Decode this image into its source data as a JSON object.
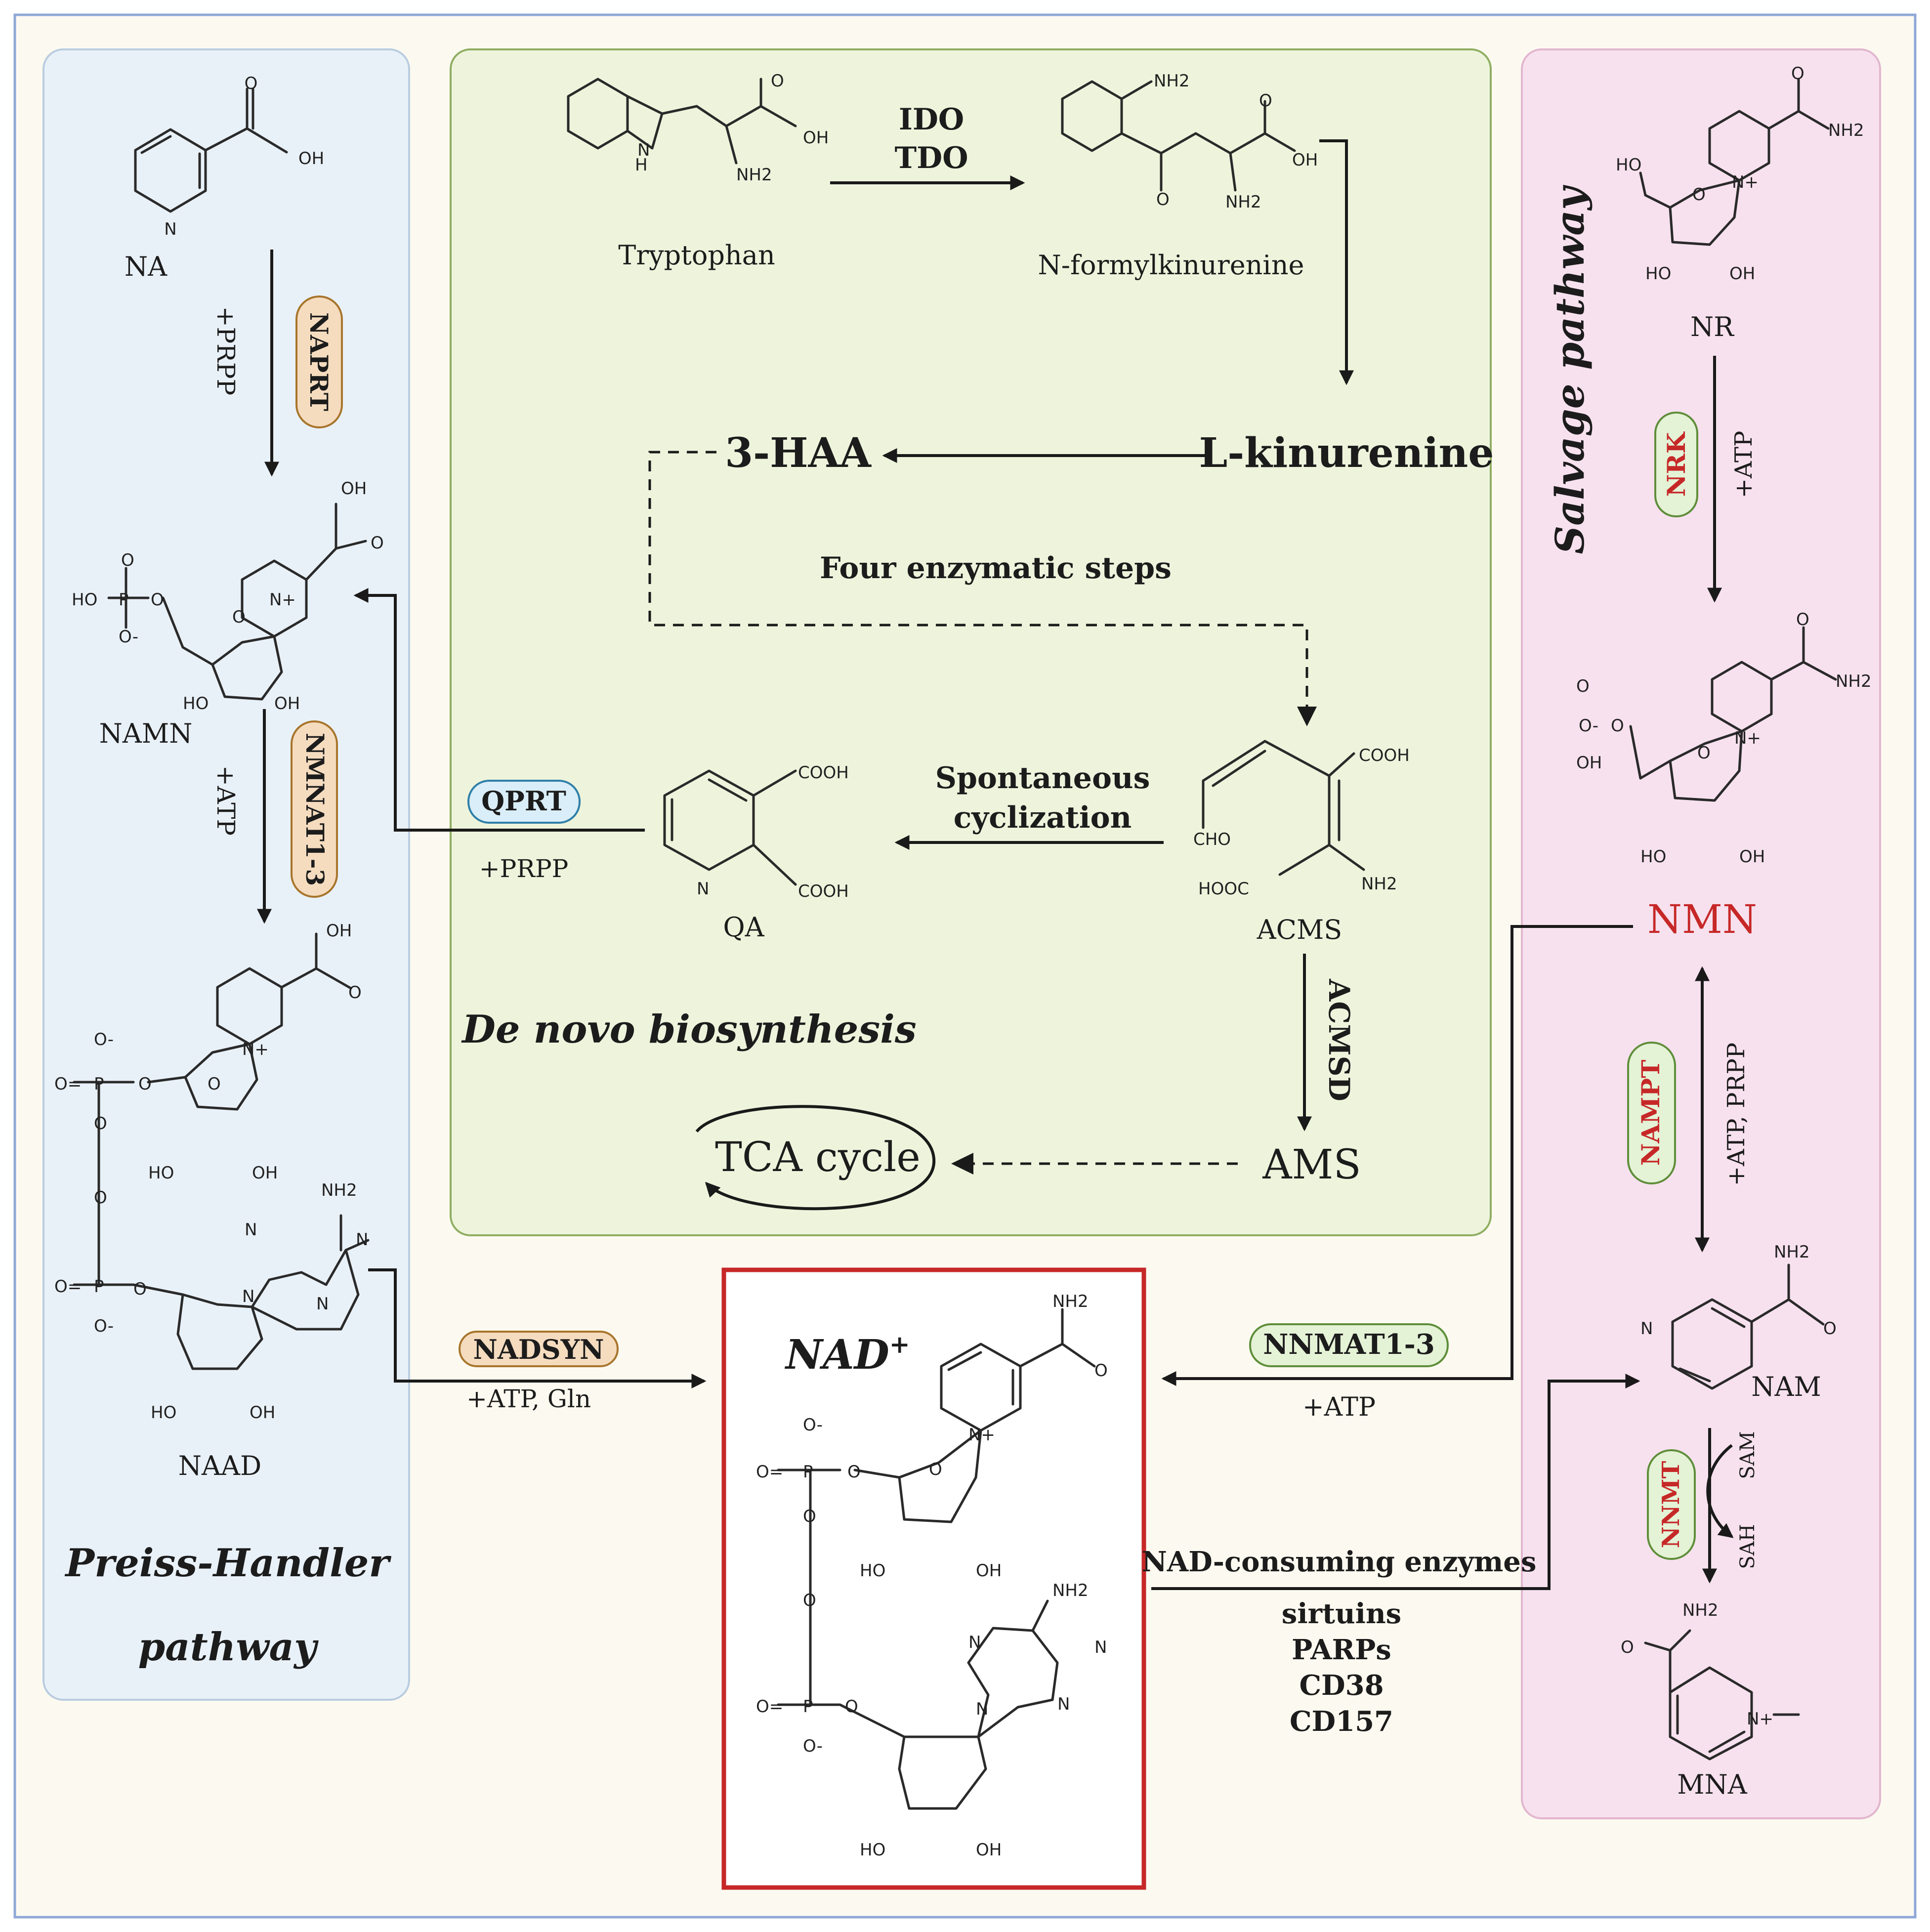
{
  "panels": {
    "preiss": {
      "title_line1": "Preiss-Handler",
      "title_line2": "pathway"
    },
    "denovo": {
      "title": "De novo biosynthesis"
    },
    "salvage": {
      "title": "Salvage pathway"
    }
  },
  "molecules": {
    "na": "NA",
    "namn": "NAMN",
    "naad": "NAAD",
    "tryptophan": "Tryptophan",
    "nfk": "N-formylkinurenine",
    "lkyn": "L-kinurenine",
    "haa": "3-HAA",
    "acms": "ACMS",
    "qa": "QA",
    "ams": "AMS",
    "tca": "TCA cycle",
    "nad": "NAD",
    "nad_sup": "+",
    "nr": "NR",
    "nmn": "NMN",
    "nam": "NAM",
    "mna": "MNA"
  },
  "enzymes": {
    "naprt": "NAPRT",
    "nmnat": "NMNAT1-3",
    "nadsyn": "NADSYN",
    "qprt": "QPRT",
    "ido": "IDO",
    "tdo": "TDO",
    "acmsd": "ACMSD",
    "nrk": "NRK",
    "nampt": "NAMPT",
    "nnmat": "NNMAT1-3",
    "nnmt": "NNMT"
  },
  "cofactors": {
    "prpp_naprt": "+PRPP",
    "atp_nmnat": "+ATP",
    "atp_gln": "+ATP, Gln",
    "prpp_qprt": "+PRPP",
    "atp_nrk": "+ATP",
    "atp_prpp": "+ATP, PRPP",
    "atp_nnmat": "+ATP",
    "sam": "SAM",
    "sah": "SAH"
  },
  "notes": {
    "four_steps": "Four enzymatic steps",
    "spont1": "Spontaneous",
    "spont2": "cyclization",
    "consuming": "NAD-consuming enzymes",
    "consumers": [
      "sirtuins",
      "PARPs",
      "CD38",
      "CD157"
    ]
  },
  "atoms": {
    "o": "O",
    "oh": "OH",
    "ho": "HO",
    "n": "N",
    "np": "N+",
    "nh": "N",
    "h": "H",
    "nh2": "NH2",
    "p": "P",
    "o_minus": "O-",
    "ho_p": "HO",
    "cooh": "COOH",
    "hooc": "HOOC",
    "cho": "CHO",
    "oeq": "O=",
    "ome": "—"
  },
  "colors": {
    "preiss_bg": "#e9f1f8",
    "denovo_bg": "#eef4dc",
    "salvage_bg": "#f7e1ee",
    "page_bg": "#fcfaf0",
    "nad_box": "#c62828",
    "accent_red": "#c62828"
  }
}
